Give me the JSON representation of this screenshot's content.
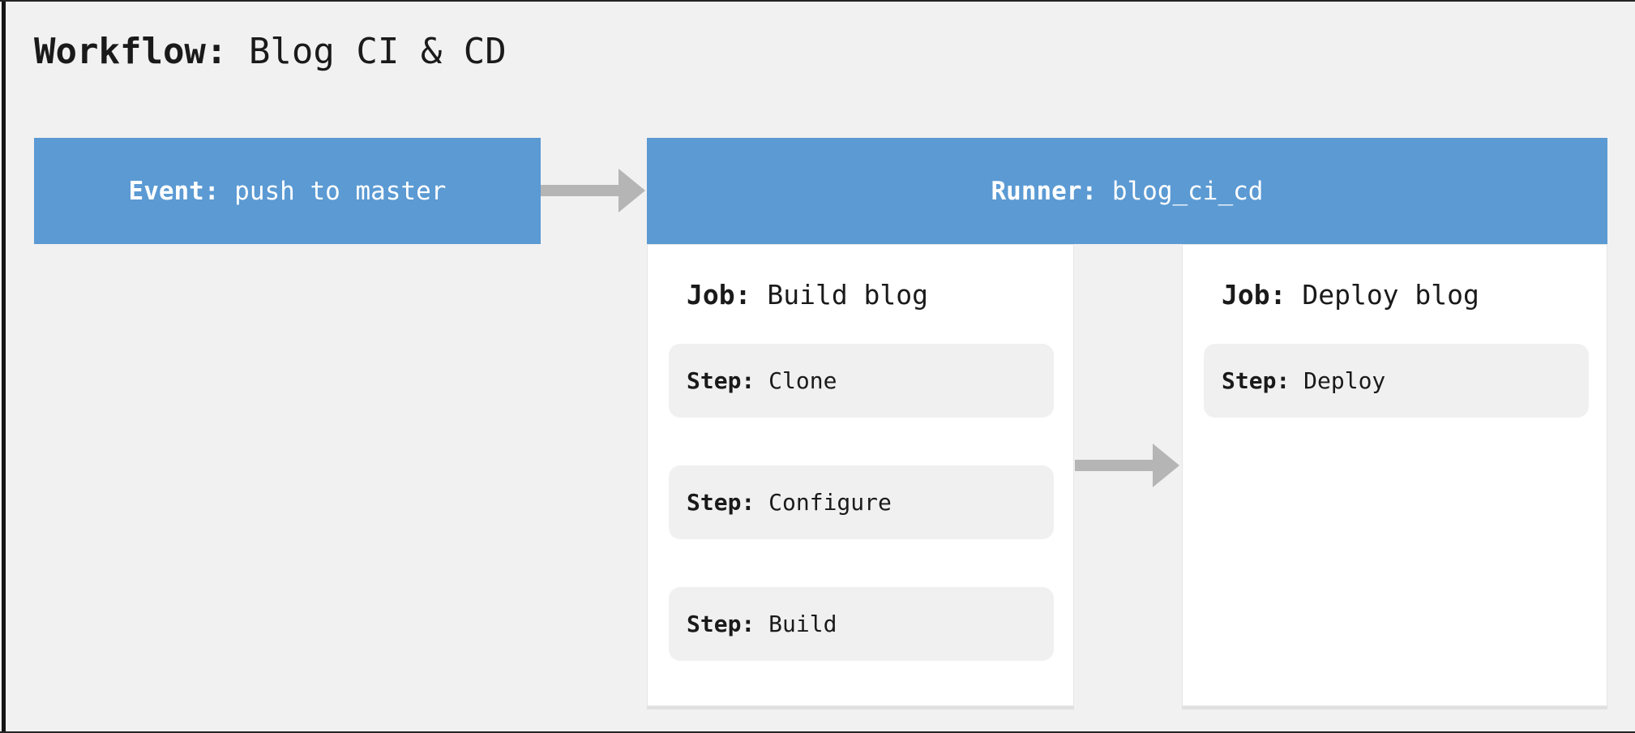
{
  "title": {
    "prefix": "Workflow:",
    "value": "Blog CI & CD"
  },
  "event": {
    "prefix": "Event:",
    "value": "push to master"
  },
  "runner": {
    "prefix": "Runner:",
    "value": "blog_ci_cd"
  },
  "jobs": [
    {
      "prefix": "Job:",
      "value": "Build blog",
      "steps": [
        {
          "prefix": "Step:",
          "value": "Clone"
        },
        {
          "prefix": "Step:",
          "value": "Configure"
        },
        {
          "prefix": "Step:",
          "value": "Build"
        }
      ]
    },
    {
      "prefix": "Job:",
      "value": "Deploy blog",
      "steps": [
        {
          "prefix": "Step:",
          "value": "Deploy"
        }
      ]
    }
  ],
  "colors": {
    "accent_blue": "#5b9ad3",
    "arrow_gray": "#b5b5b5",
    "background_gray": "#f1f1f1",
    "card_white": "#ffffff",
    "step_gray": "#f0f0f0",
    "frame_black": "#141414",
    "text_dark": "#1a1a1a",
    "text_on_blue": "#ffffff"
  }
}
